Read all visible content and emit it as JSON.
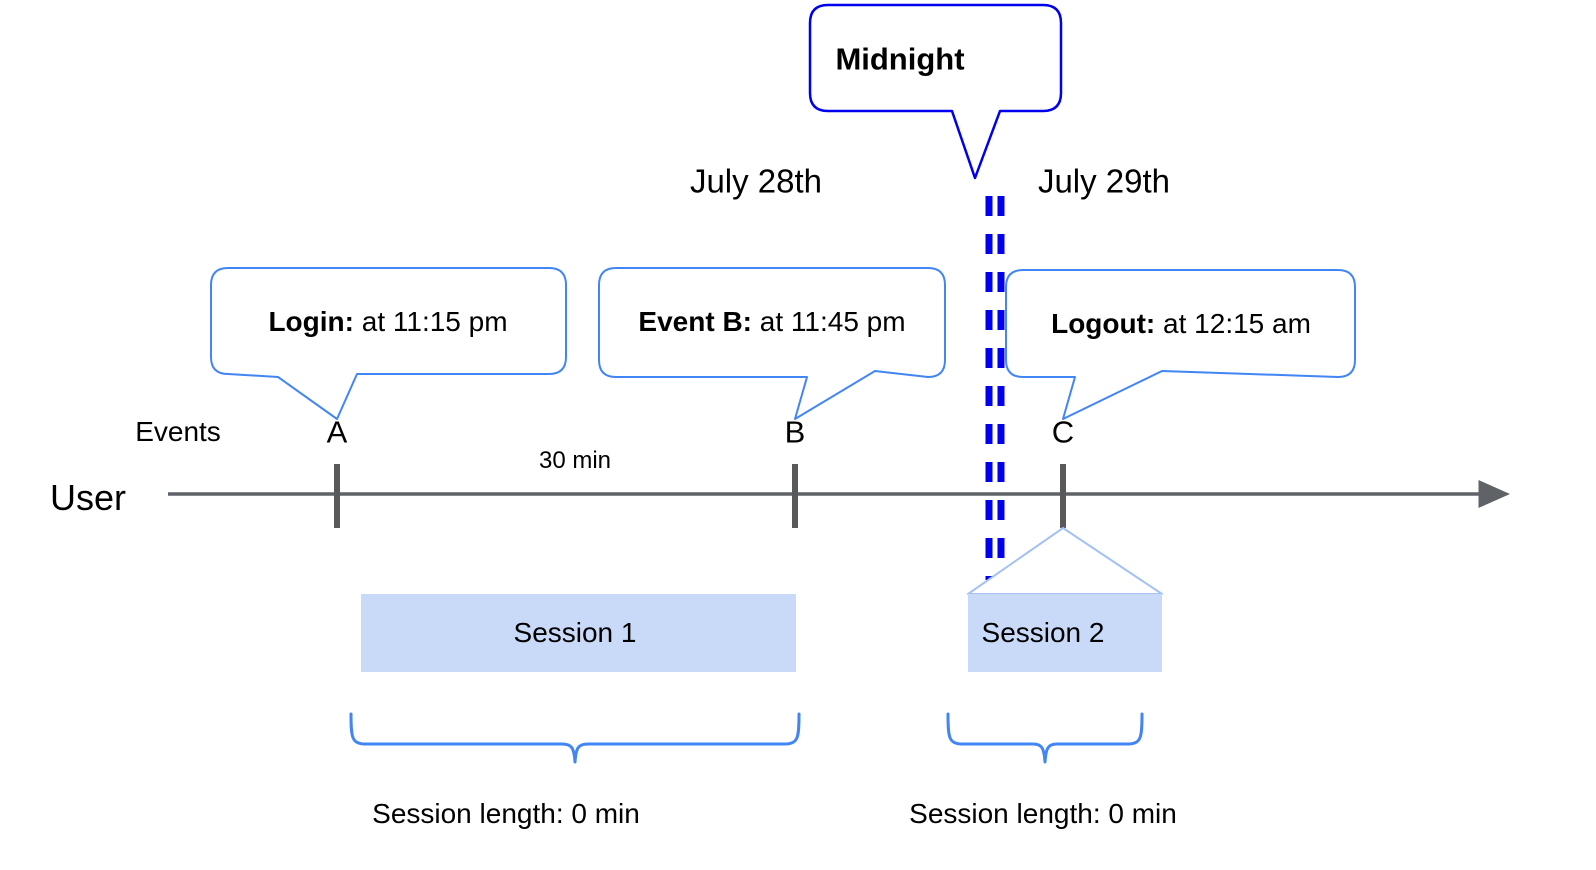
{
  "diagram": {
    "title": "User session timeline across midnight",
    "colors": {
      "midnight_blue": "#0000EE",
      "callout_blue": "#4285F4",
      "session_fill": "#C9DAF8",
      "session_edge": "#A4C2F4",
      "axis_gray": "#5F6368",
      "tick_gray": "#595959",
      "text_black": "#000000"
    }
  },
  "midnight_callout": {
    "label": "Midnight"
  },
  "dates": {
    "left": "July 28th",
    "right": "July 29th"
  },
  "events": [
    {
      "marker": "A",
      "title": "Login:",
      "detail": " at 11:15 pm"
    },
    {
      "marker": "B",
      "title": "Event B:",
      "detail": " at 11:45 pm"
    },
    {
      "marker": "C",
      "title": "Logout:",
      "detail": " at 12:15 am"
    }
  ],
  "axis": {
    "row_label_events": "Events",
    "row_label_user": "User",
    "gap_label": "30 min"
  },
  "sessions": [
    {
      "name": "Session 1",
      "length_label": "Session length: 0 min"
    },
    {
      "name": "Session 2",
      "length_label": "Session length: 0 min"
    }
  ]
}
